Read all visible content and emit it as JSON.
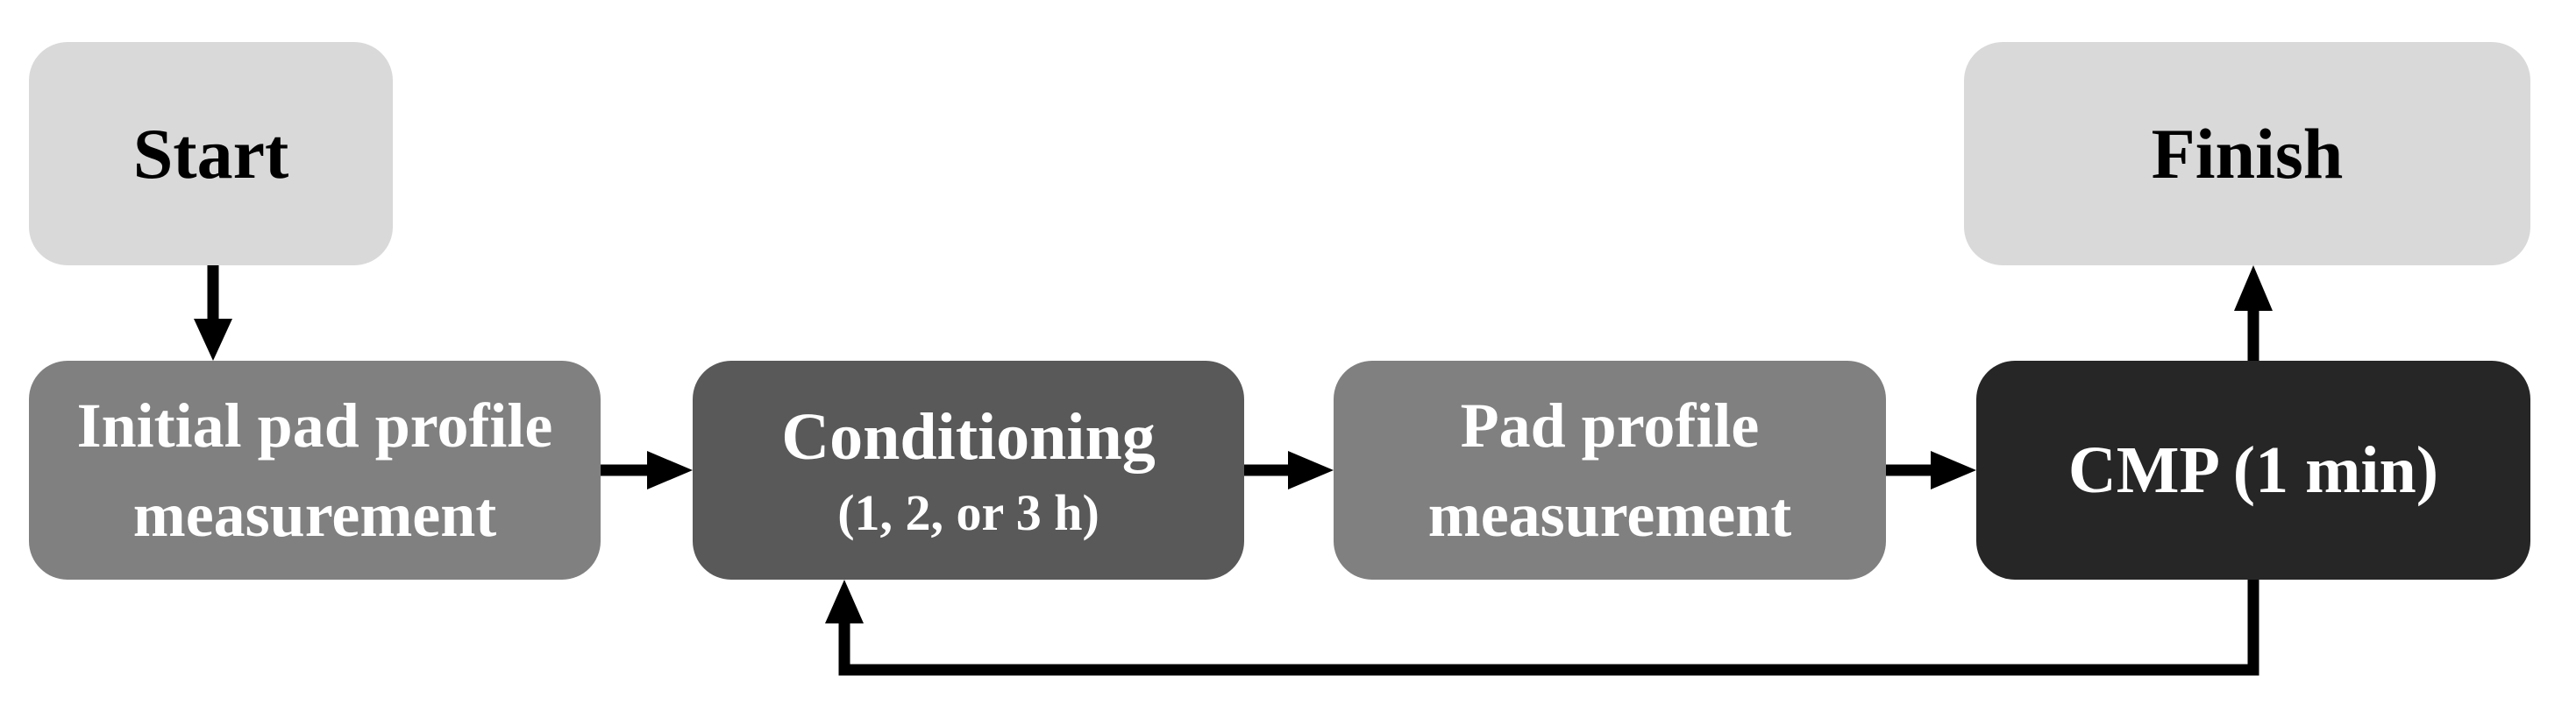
{
  "nodes": {
    "start": {
      "label": "Start",
      "bg": "#d9d9d9",
      "text_color": "#000000"
    },
    "initial": {
      "line1": "Initial pad profile",
      "line2": "measurement",
      "bg": "#808080",
      "text_color": "#ffffff"
    },
    "conditioning": {
      "label": "Conditioning",
      "sublabel": "(1, 2, or 3 h)",
      "bg": "#595959",
      "text_color": "#ffffff"
    },
    "pad": {
      "line1": "Pad profile",
      "line2": "measurement",
      "bg": "#808080",
      "text_color": "#ffffff"
    },
    "cmp": {
      "label": "CMP (1 min)",
      "bg": "#262626",
      "text_color": "#ffffff"
    },
    "finish": {
      "label": "Finish",
      "bg": "#d9d9d9",
      "text_color": "#000000"
    }
  },
  "connections": [
    {
      "from": "start",
      "to": "initial",
      "type": "straight"
    },
    {
      "from": "initial",
      "to": "conditioning",
      "type": "straight"
    },
    {
      "from": "conditioning",
      "to": "pad",
      "type": "straight"
    },
    {
      "from": "pad",
      "to": "cmp",
      "type": "straight"
    },
    {
      "from": "cmp",
      "to": "finish",
      "type": "straight"
    },
    {
      "from": "cmp",
      "to": "conditioning",
      "type": "feedback-loop"
    }
  ],
  "arrow_color": "#000000",
  "background": "#ffffff"
}
